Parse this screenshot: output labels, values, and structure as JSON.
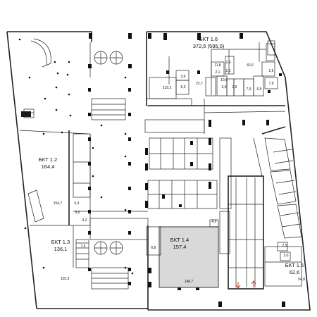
{
  "units": [
    {
      "id": "bkt-1-6",
      "name": "БКТ 1.6",
      "area": "372,5 (595,0)"
    },
    {
      "id": "bkt-1-2",
      "name": "БКТ 1.2",
      "area": "164,4"
    },
    {
      "id": "bkt-1-3",
      "name": "БКТ 1.3",
      "area": "136,1"
    },
    {
      "id": "bkt-1-4",
      "name": "БКТ 1.4",
      "area": "157,4"
    },
    {
      "id": "bkt-1-5",
      "name": "БКТ 1.5",
      "area": "62,6"
    }
  ],
  "room_labels": {
    "r_219_2": "219,2",
    "r_22_7": "22,7",
    "r_11_8": "11,8",
    "r_42_6": "42,6",
    "r_3_6": "3,6",
    "r_5_3": "5,3",
    "r_2_9": "2,9",
    "r_2_1": "2,1",
    "r_6_5": "6,5",
    "r_7_9": "7,9",
    "r_3_0": "3,0",
    "r_10_8": "10,8",
    "r_154_7": "154,7",
    "r_6_3": "6,3",
    "r_3_2": "3,2",
    "r_7_6": "7,6",
    "r_125_3": "125,3",
    "r_6_8": "6,8",
    "r_148_7": "148,7",
    "r_2_5": "2,5",
    "r_54_8": "54,8",
    "r_4_9": "4,9"
  },
  "colors": {
    "highlight_fill": "#d9d9d9",
    "walls": "#222222",
    "stair_arrow": "#d03020"
  }
}
